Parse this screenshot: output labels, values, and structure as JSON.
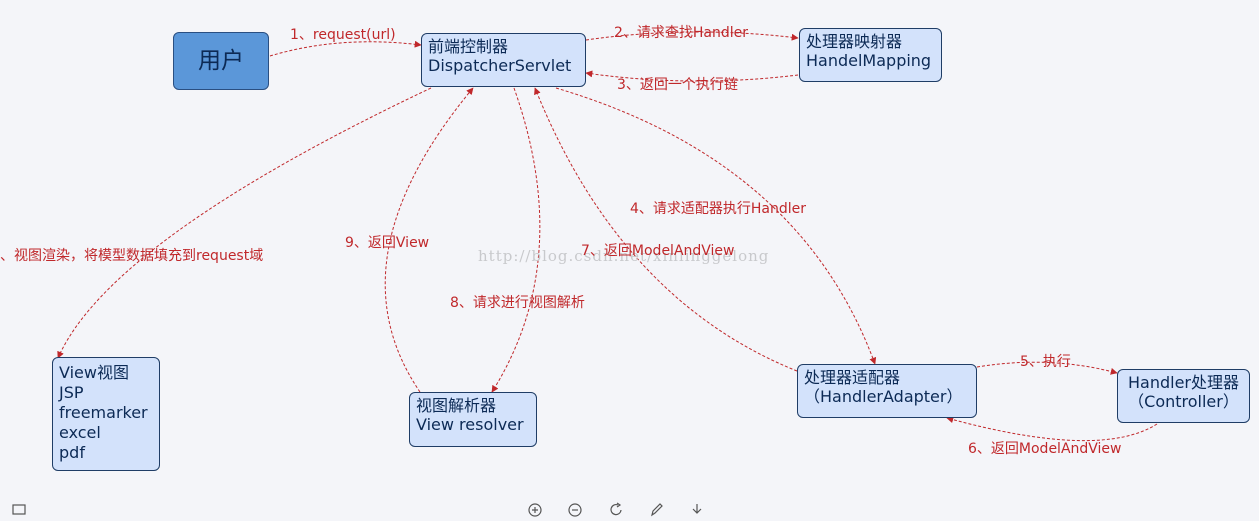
{
  "nodes": {
    "user": "用户",
    "dispatcher": {
      "line1": "前端控制器",
      "line2": "DispatcherServlet"
    },
    "mapping": {
      "line1": "处理器映射器",
      "line2": "HandelMapping"
    },
    "adapter": {
      "line1": "处理器适配器",
      "line2": "（HandlerAdapter）"
    },
    "handler": {
      "line1": "Handler处理器",
      "line2": "（Controller）"
    },
    "resolver": {
      "line1": "视图解析器",
      "line2": "View resolver"
    },
    "view": {
      "lines": [
        "View视图",
        "JSP",
        "freemarker",
        "excel",
        "pdf"
      ]
    }
  },
  "edges": {
    "e1": "1、request(url)",
    "e2": "2、请求查找Handler",
    "e3": "3、返回一个执行链",
    "e4": "4、请求适配器执行Handler",
    "e5": "5、执行",
    "e6": "6、返回ModelAndView",
    "e7": "7、返回ModelAndView",
    "e8": "8、请求进行视图解析",
    "e9": "9、返回View",
    "e10": "、视图渲染，将模型数据填充到request域"
  },
  "watermark": "http://blog.csdn.net/xinlinggelong",
  "colors": {
    "arrow": "#c0282b",
    "node_fill": "#d3e2fb",
    "user_fill": "#5b97d9",
    "border": "#1f3d66"
  }
}
